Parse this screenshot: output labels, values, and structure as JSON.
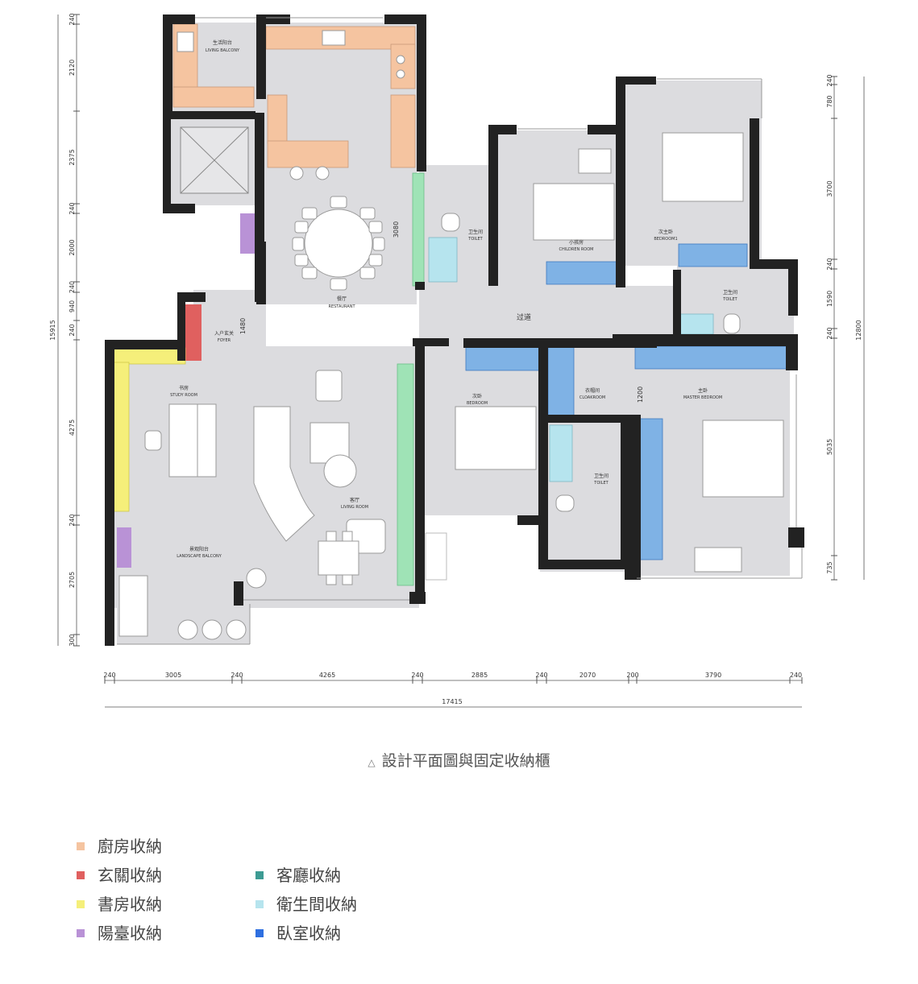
{
  "colors": {
    "kitchen": "#f5c4a0",
    "foyer": "#e0605f",
    "study": "#f5ef7a",
    "balcony": "#b992d6",
    "living": "#9fe3b6",
    "bath": "#b6e4ee",
    "bedroom": "#7fb2e5",
    "floor": "#dcdcdf",
    "wall": "#222222"
  },
  "rooms": {
    "living_balcony": {
      "zh": "生活阳台",
      "en": "LIVING BALCONY"
    },
    "restaurant": {
      "zh": "餐厅",
      "en": "RESTAURANT"
    },
    "foyer": {
      "zh": "入户玄关",
      "en": "FOYER"
    },
    "toilet1": {
      "zh": "卫生间",
      "en": "TOILET"
    },
    "children": {
      "zh": "小孩房",
      "en": "CHILDREN ROOM"
    },
    "bedroom1": {
      "zh": "次主卧",
      "en": "BEDROOM1"
    },
    "toilet2": {
      "zh": "卫生间",
      "en": "TOILET"
    },
    "corridor": {
      "zh": "过道"
    },
    "study": {
      "zh": "书房",
      "en": "STUDY ROOM"
    },
    "living": {
      "zh": "客厅",
      "en": "LIVING ROOM"
    },
    "bedroom": {
      "zh": "次卧",
      "en": "BEDROOM"
    },
    "cloakroom": {
      "zh": "衣帽间",
      "en": "CLOAKROOM"
    },
    "master": {
      "zh": "主卧",
      "en": "MASTER BEDROOM"
    },
    "toilet3": {
      "zh": "卫生间",
      "en": "TOILET"
    },
    "landscape": {
      "zh": "景观阳台",
      "en": "LANDSCAPE BALCONY"
    }
  },
  "dims": {
    "left": [
      "240",
      "2120",
      "2375",
      "240",
      "2000",
      "240",
      "940",
      "240",
      "4275",
      "240",
      "2705",
      "300"
    ],
    "total_left": "15915",
    "right": [
      "240",
      "780",
      "3700",
      "240",
      "1590",
      "240",
      "5035",
      "735"
    ],
    "total_right": "12800",
    "bottom": [
      "240",
      "3005",
      "240",
      "4265",
      "240",
      "2885",
      "240",
      "2070",
      "200",
      "3790",
      "240"
    ],
    "total_bottom": "17415",
    "inner": [
      "3080",
      "1480",
      "1200"
    ]
  },
  "caption": "設計平面圖與固定收納櫃",
  "caption_icon": "△",
  "legend": [
    {
      "label": "廚房收納",
      "color": "#f5c4a0"
    },
    {
      "label": "玄關收納",
      "color": "#e0605f"
    },
    {
      "label": "書房收納",
      "color": "#f5ef7a"
    },
    {
      "label": "陽臺收納",
      "color": "#b992d6"
    },
    {
      "label": "客廳收納",
      "color": "#3d9b93"
    },
    {
      "label": "衛生間收納",
      "color": "#b6e4ee"
    },
    {
      "label": "臥室收納",
      "color": "#2e6fe0"
    }
  ]
}
